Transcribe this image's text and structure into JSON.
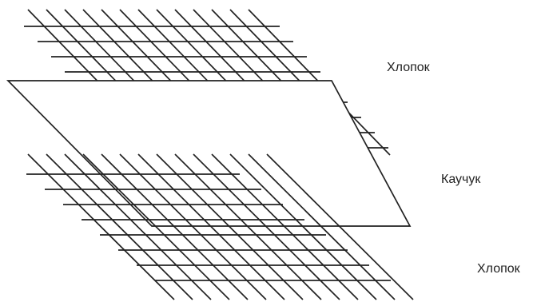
{
  "labels": {
    "cotton_top": "Хлопок",
    "rubber": "Каучук",
    "cotton_bottom": "Хлопок"
  },
  "colors": {
    "line": "#222222",
    "background": "#ffffff"
  }
}
